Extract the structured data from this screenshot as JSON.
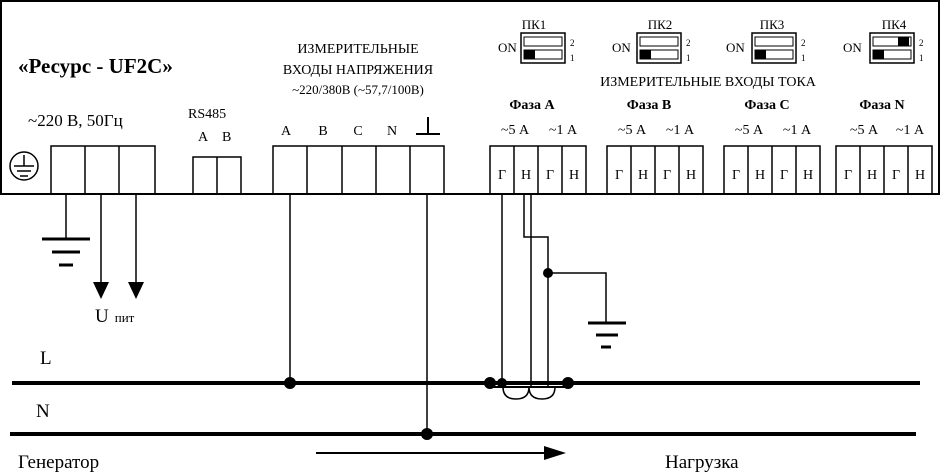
{
  "device": {
    "title": "«Ресурс - UF2C»",
    "power_label": "~220 В, 50Гц",
    "rs485_label": "RS485",
    "rs485_terminals": [
      "A",
      "B"
    ]
  },
  "voltage_inputs": {
    "title_line1": "ИЗМЕРИТЕЛЬНЫЕ",
    "title_line2": "ВХОДЫ НАПРЯЖЕНИЯ",
    "range": "~220/380В (~57,7/100В)",
    "terminals": [
      "A",
      "B",
      "C",
      "N"
    ]
  },
  "current_inputs": {
    "title": "ИЗМЕРИТЕЛЬНЫЕ ВХОДЫ ТОКА",
    "phases": [
      {
        "name": "Фаза А",
        "range_high": "~5 А",
        "range_low": "~1 А",
        "terminals": [
          "Г",
          "Н",
          "Г",
          "Н"
        ]
      },
      {
        "name": "Фаза В",
        "range_high": "~5 А",
        "range_low": "~1 А",
        "terminals": [
          "Г",
          "Н",
          "Г",
          "Н"
        ]
      },
      {
        "name": "Фаза С",
        "range_high": "~5 А",
        "range_low": "~1 А",
        "terminals": [
          "Г",
          "Н",
          "Г",
          "Н"
        ]
      },
      {
        "name": "Фаза N",
        "range_high": "~5 А",
        "range_low": "~1 А",
        "terminals": [
          "Г",
          "Н",
          "Г",
          "Н"
        ]
      }
    ]
  },
  "dip_switches": [
    {
      "label": "ПК1",
      "on_label": "ON",
      "pos_top": "2",
      "pos_bottom": "1"
    },
    {
      "label": "ПК2",
      "on_label": "ON",
      "pos_top": "2",
      "pos_bottom": "1"
    },
    {
      "label": "ПК3",
      "on_label": "ON",
      "pos_top": "2",
      "pos_bottom": "1"
    },
    {
      "label": "ПК4",
      "on_label": "ON",
      "pos_top": "2",
      "pos_bottom": "1"
    }
  ],
  "supply": {
    "label": "U",
    "subscript": "пит"
  },
  "lines": {
    "L": "L",
    "N": "N"
  },
  "generator_label": "Генератор",
  "load_label": "Нагрузка"
}
